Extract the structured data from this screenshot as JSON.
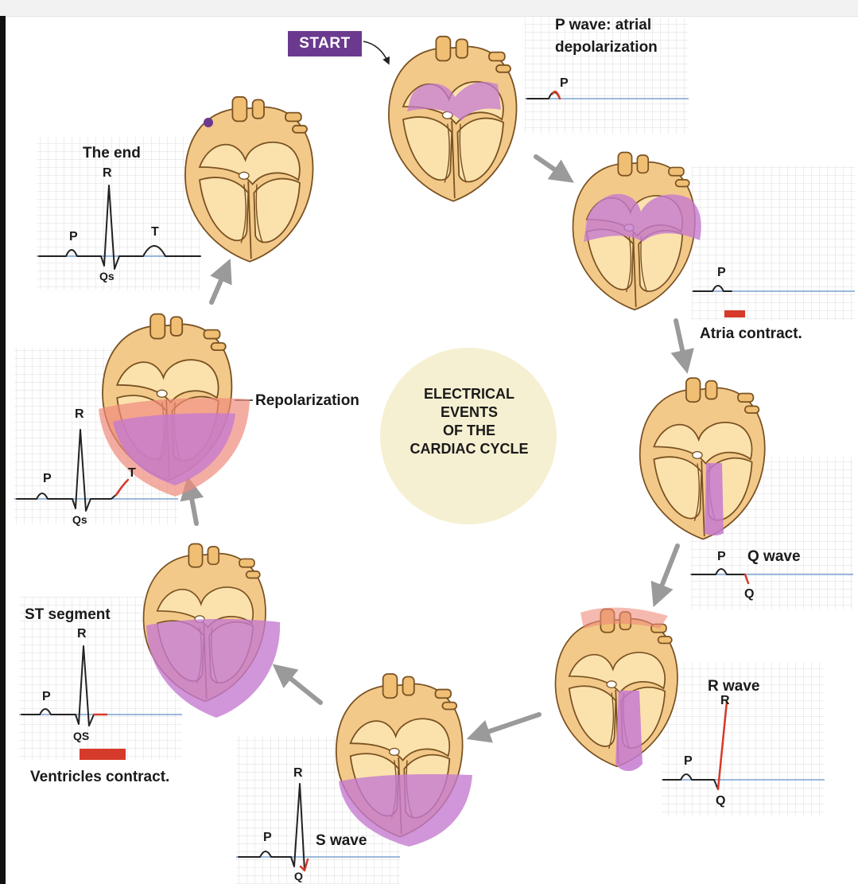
{
  "start_label": "START",
  "center": {
    "line1": "ELECTRICAL",
    "line2": "EVENTS",
    "line3": "OF THE",
    "line4": "CARDIAC CYCLE"
  },
  "side_label": "Repolarization",
  "stages": [
    {
      "caption_line1": "P wave: atrial",
      "caption_line2": "depolarization",
      "wave_labels": [
        "P"
      ]
    },
    {
      "caption": "Atria contract.",
      "wave_labels": [
        "P"
      ]
    },
    {
      "caption": "Q wave",
      "wave_labels": [
        "P",
        "Q"
      ]
    },
    {
      "caption": "R wave",
      "wave_labels": [
        "R",
        "P",
        "Q"
      ]
    },
    {
      "caption": "S wave",
      "wave_labels": [
        "R",
        "P",
        "Q"
      ]
    },
    {
      "caption_top": "ST segment",
      "caption_bottom": "Ventricles contract.",
      "wave_labels": [
        "R",
        "P",
        "QS"
      ]
    },
    {
      "wave_labels": [
        "R",
        "P",
        "T",
        "Qs"
      ]
    },
    {
      "caption": "The end",
      "wave_labels": [
        "R",
        "P",
        "T",
        "Qs"
      ]
    }
  ],
  "colors": {
    "depolarized": "#c57ad0",
    "repolarizing": "#ef8a7a",
    "heart_tissue": "#f3c98a",
    "start_box": "#6b3a8f",
    "center_disc": "#f6f0d2",
    "arrows": "#9a9a9a",
    "highlight_red": "#d63a2a"
  }
}
